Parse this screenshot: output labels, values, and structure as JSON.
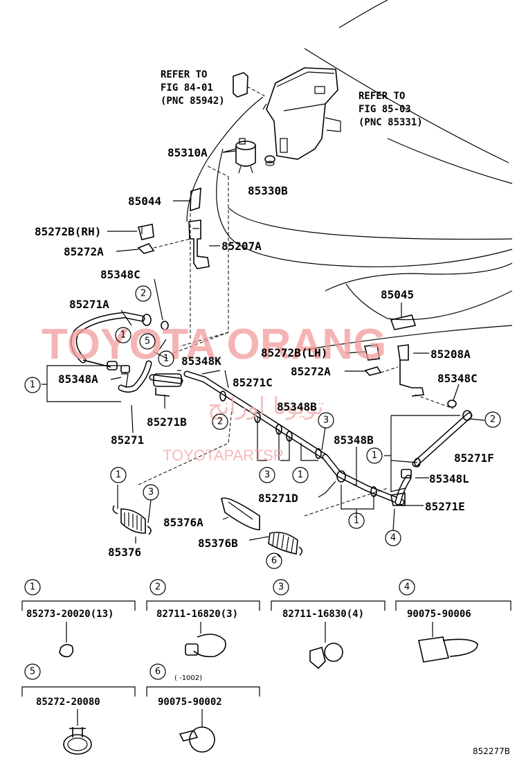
{
  "labels": {
    "refer1_l1": "REFER TO",
    "refer1_l2": "FIG 84-01",
    "refer1_l3": "(PNC 85942)",
    "refer2_l1": "REFER TO",
    "refer2_l2": "FIG 85-03",
    "refer2_l3": "(PNC 85331)",
    "p85310A": "85310A",
    "p85330B": "85330B",
    "p85044": "85044",
    "p85272B_RH": "85272B(RH)",
    "p85272A_1": "85272A",
    "p85207A": "85207A",
    "p85348C_1": "85348C",
    "p85271A": "85271A",
    "p85045": "85045",
    "p85272B_LH": "85272B(LH)",
    "p85208A": "85208A",
    "p85348K": "85348K",
    "p85348A": "85348A",
    "p85272A_2": "85272A",
    "p85271C": "85271C",
    "p85348C_2": "85348C",
    "p85348B_1": "85348B",
    "p85271B": "85271B",
    "p85271": "85271",
    "p85348B_2": "85348B",
    "p85271F": "85271F",
    "p85348L": "85348L",
    "p85271D": "85271D",
    "p85271E": "85271E",
    "p85376A": "85376A",
    "p85376B": "85376B",
    "p85376": "85376"
  },
  "callouts": {
    "c1": "1",
    "c2": "2",
    "c3": "3",
    "c4": "4",
    "c5": "5",
    "c6": "6"
  },
  "legend": {
    "item1_num": "1",
    "item1_part": "85273-20020(13)",
    "item2_num": "2",
    "item2_part": "82711-16820(3)",
    "item3_num": "3",
    "item3_part": "82711-16830(4)",
    "item4_num": "4",
    "item4_part": "90075-90006",
    "item5_num": "5",
    "item5_part": "85272-20080",
    "item6_num": "6",
    "item6_part": "90075-90002",
    "item6_note": "( -1002)"
  },
  "watermark": {
    "main": "TOYOTA ORANG",
    "arabic": "تويوتا اورانج",
    "small": "TOYOTAPARTSP"
  },
  "figure_code": "852277B"
}
